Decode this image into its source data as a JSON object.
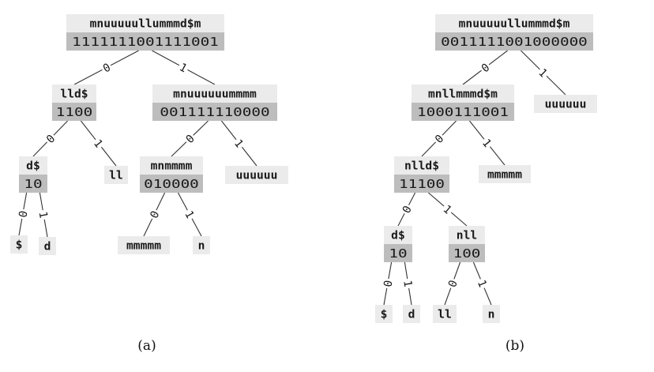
{
  "tree_a": {
    "caption": "(a)",
    "nodes": [
      {
        "id": "a_root",
        "label": "mnuuuuullummmd$m",
        "bits": "1111111001111001"
      },
      {
        "id": "a_l",
        "label": "lld$",
        "bits": "1100"
      },
      {
        "id": "a_r",
        "label": "mnuuuuuummmm",
        "bits": "001111110000"
      },
      {
        "id": "a_ll",
        "label": "d$",
        "bits": "10"
      },
      {
        "id": "a_lr",
        "label": "ll"
      },
      {
        "id": "a_rl",
        "label": "mnmmmm",
        "bits": "010000"
      },
      {
        "id": "a_rr",
        "label": "uuuuuu"
      },
      {
        "id": "a_lll",
        "label": "$"
      },
      {
        "id": "a_llr",
        "label": "d"
      },
      {
        "id": "a_rll",
        "label": "mmmmm"
      },
      {
        "id": "a_rlr",
        "label": "n"
      }
    ],
    "edges": [
      {
        "from": "a_root",
        "to": "a_l",
        "bit": "0"
      },
      {
        "from": "a_root",
        "to": "a_r",
        "bit": "1"
      },
      {
        "from": "a_l",
        "to": "a_ll",
        "bit": "0"
      },
      {
        "from": "a_l",
        "to": "a_lr",
        "bit": "1"
      },
      {
        "from": "a_r",
        "to": "a_rl",
        "bit": "0"
      },
      {
        "from": "a_r",
        "to": "a_rr",
        "bit": "1"
      },
      {
        "from": "a_ll",
        "to": "a_lll",
        "bit": "0"
      },
      {
        "from": "a_ll",
        "to": "a_llr",
        "bit": "1"
      },
      {
        "from": "a_rl",
        "to": "a_rll",
        "bit": "0"
      },
      {
        "from": "a_rl",
        "to": "a_rlr",
        "bit": "1"
      }
    ]
  },
  "tree_b": {
    "caption": "(b)",
    "nodes": [
      {
        "id": "b_root",
        "label": "mnuuuuullummmd$m",
        "bits": "0011111001000000"
      },
      {
        "id": "b_l",
        "label": "mnllmmmd$m",
        "bits": "1000111001"
      },
      {
        "id": "b_r",
        "label": "uuuuuu"
      },
      {
        "id": "b_ll",
        "label": "nlld$",
        "bits": "11100"
      },
      {
        "id": "b_lr",
        "label": "mmmmm"
      },
      {
        "id": "b_lll",
        "label": "d$",
        "bits": "10"
      },
      {
        "id": "b_llr",
        "label": "nll",
        "bits": "100"
      },
      {
        "id": "b_llll",
        "label": "$"
      },
      {
        "id": "b_lllr",
        "label": "d"
      },
      {
        "id": "b_llrl",
        "label": "ll"
      },
      {
        "id": "b_llrr",
        "label": "n"
      }
    ],
    "edges": [
      {
        "from": "b_root",
        "to": "b_l",
        "bit": "0"
      },
      {
        "from": "b_root",
        "to": "b_r",
        "bit": "1"
      },
      {
        "from": "b_l",
        "to": "b_ll",
        "bit": "0"
      },
      {
        "from": "b_l",
        "to": "b_lr",
        "bit": "1"
      },
      {
        "from": "b_ll",
        "to": "b_lll",
        "bit": "0"
      },
      {
        "from": "b_ll",
        "to": "b_llr",
        "bit": "1"
      },
      {
        "from": "b_lll",
        "to": "b_llll",
        "bit": "0"
      },
      {
        "from": "b_lll",
        "to": "b_lllr",
        "bit": "1"
      },
      {
        "from": "b_llr",
        "to": "b_llrl",
        "bit": "0"
      },
      {
        "from": "b_llr",
        "to": "b_llrr",
        "bit": "1"
      }
    ]
  },
  "colors": {
    "label_fill": "#ebebeb",
    "bits_fill": "#bdbdbd",
    "edge": "#333333",
    "text": "#1a1a1a"
  }
}
